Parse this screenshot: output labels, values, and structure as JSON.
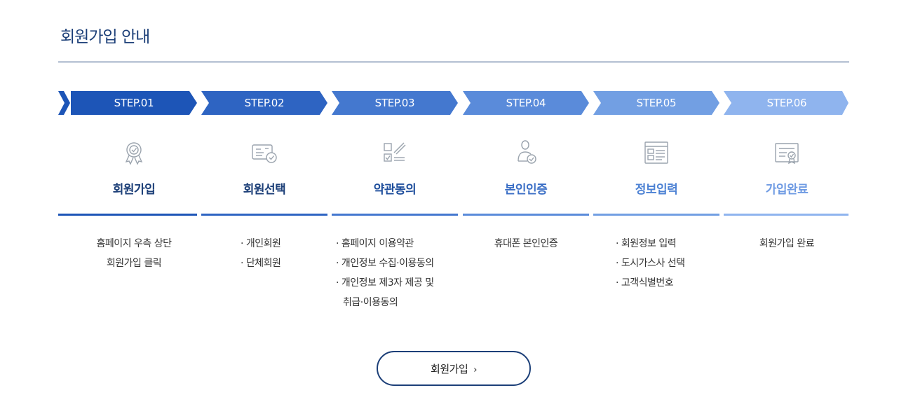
{
  "page": {
    "title": "회원가입 안내"
  },
  "steps": [
    {
      "label": "STEP.01",
      "name": "회원가입",
      "icon": "ribbon-badge-icon",
      "color": "#1d55b7",
      "desc": [
        "홈페이지 우측 상단",
        "회원가입 클릭"
      ]
    },
    {
      "label": "STEP.02",
      "name": "회원선택",
      "icon": "id-card-check-icon",
      "color": "#2e64c2",
      "desc": [
        "· 개인회원",
        "· 단체회원"
      ]
    },
    {
      "label": "STEP.03",
      "name": "약관동의",
      "icon": "checklist-pen-icon",
      "color": "#4478cf",
      "desc": [
        "· 홈페이지 이용약관",
        "· 개인정보 수집·이용동의",
        "· 개인정보 제3자 제공 및",
        "  취급·이용동의"
      ]
    },
    {
      "label": "STEP.04",
      "name": "본인인증",
      "icon": "person-verify-icon",
      "color": "#5a8bda",
      "desc": [
        "휴대폰 본인인증"
      ]
    },
    {
      "label": "STEP.05",
      "name": "정보입력",
      "icon": "form-window-icon",
      "color": "#729fe3",
      "desc": [
        "· 회원정보 입력",
        "· 도시가스사 선택",
        "· 고객식별번호"
      ]
    },
    {
      "label": "STEP.06",
      "name": "가입완료",
      "icon": "certificate-check-icon",
      "color": "#8fb4ee",
      "desc": [
        "회원가입 완료"
      ]
    }
  ],
  "button": {
    "label": "회원가입",
    "chevron": "›"
  },
  "colors": {
    "title": "#1c3f78",
    "icon": "#9aa3ad"
  }
}
